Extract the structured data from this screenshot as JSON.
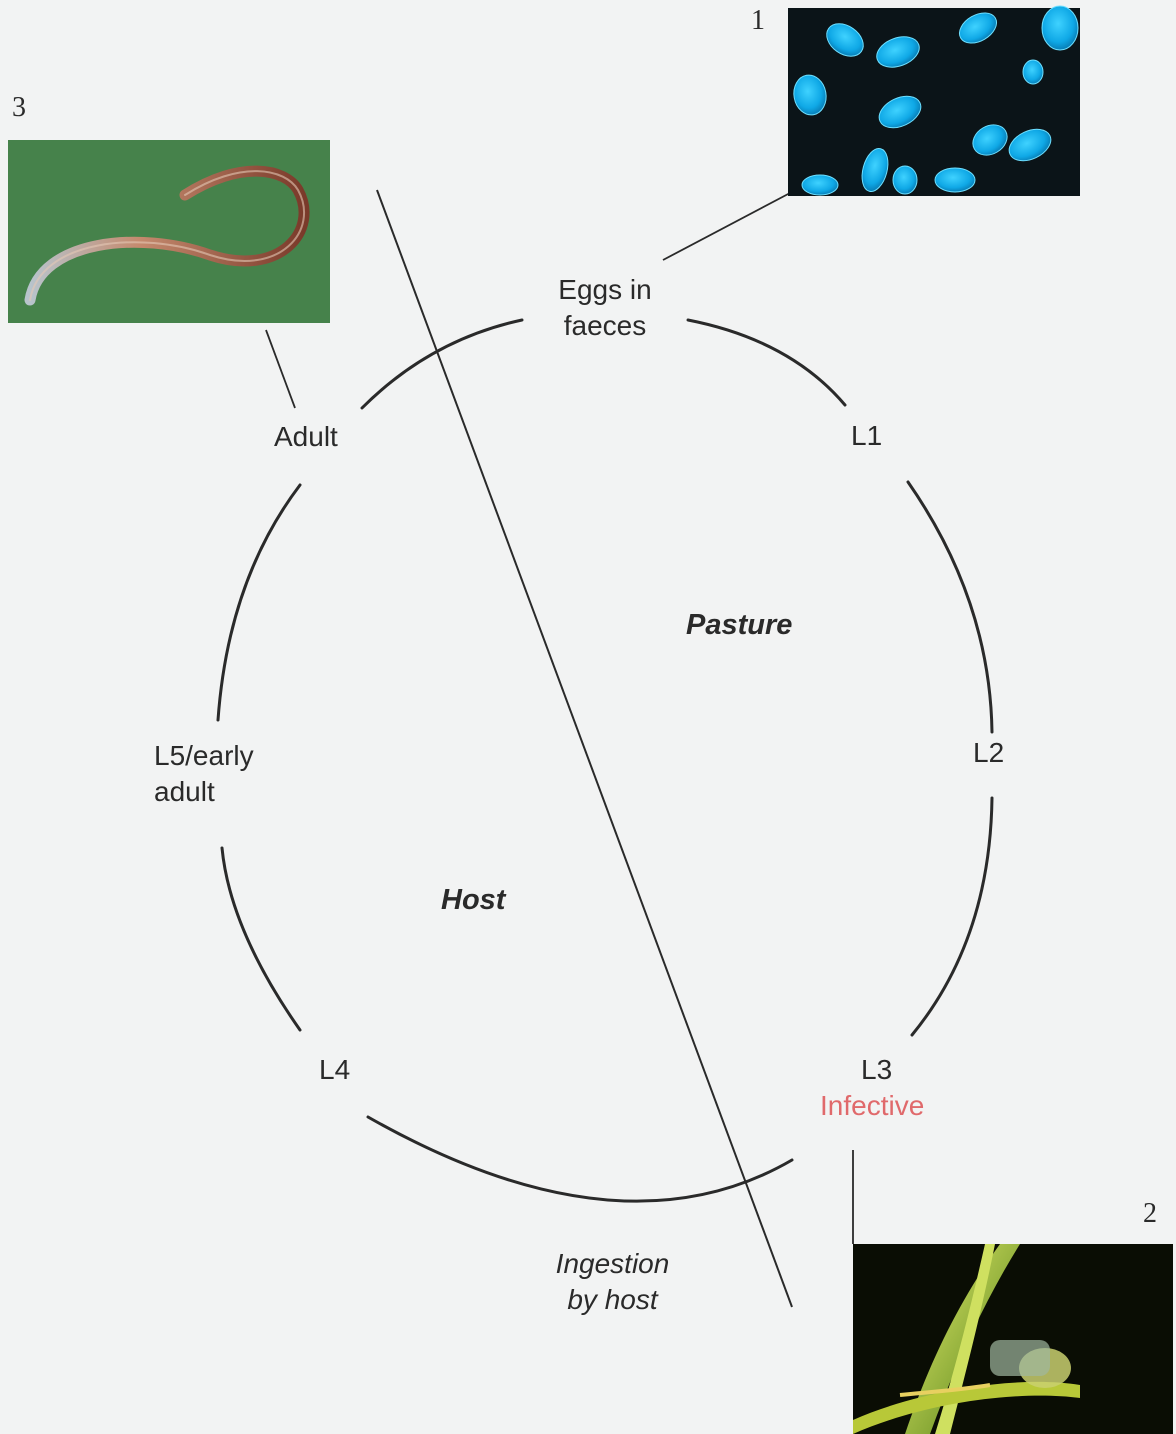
{
  "stages": {
    "eggs": "Eggs in\nfaeces",
    "l1": "L1",
    "l2": "L2",
    "l3": "L3",
    "infective": "Infective",
    "l4": "L4",
    "l5": "L5/early\nadult",
    "adult": "Adult"
  },
  "regions": {
    "pasture": "Pasture",
    "host": "Host"
  },
  "transition": {
    "ingestion": "Ingestion\nby host"
  },
  "photos": {
    "eggs_number": "1",
    "larva_number": "2",
    "adult_number": "3"
  },
  "colors": {
    "background": "#f2f3f3",
    "lines": "#2a2a2a",
    "infective": "#e0696b"
  }
}
